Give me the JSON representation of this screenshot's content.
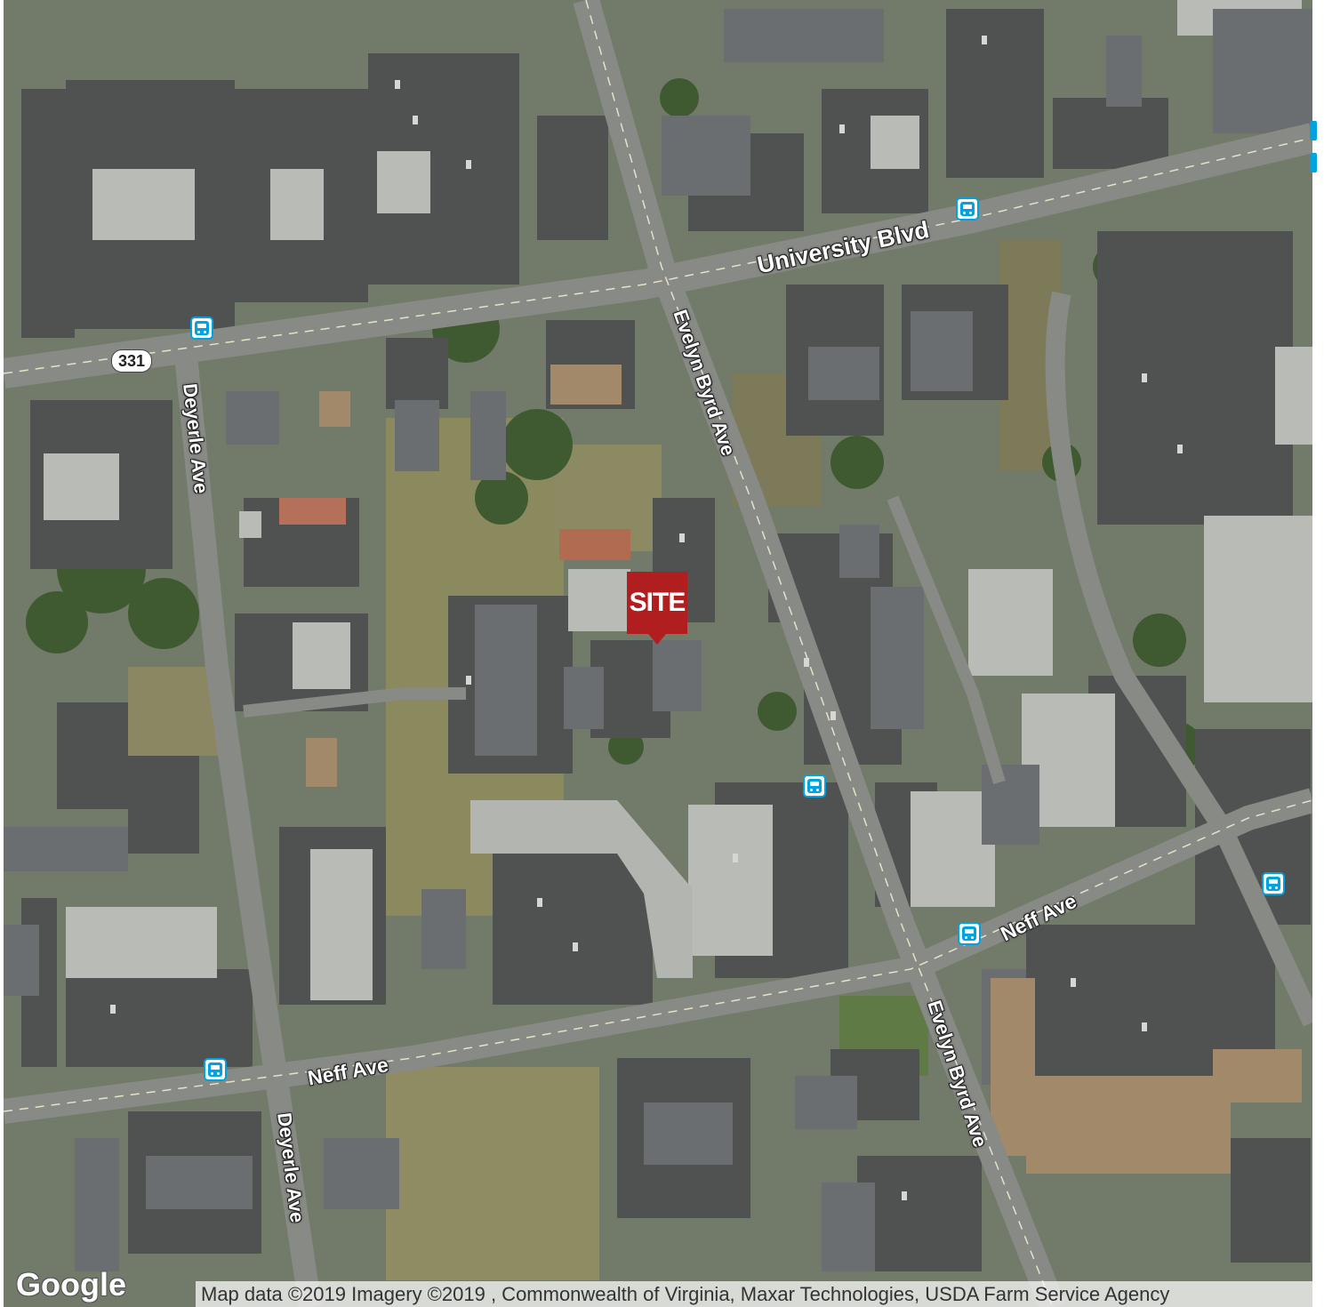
{
  "map": {
    "style": "satellite",
    "colors": {
      "accent_site": "#b01e1f",
      "transit": "#00a3e0"
    }
  },
  "site_marker": {
    "label": "SITE"
  },
  "roads": {
    "university_blvd": "University Blvd",
    "evelyn_byrd_upper": "Evelyn Byrd Ave",
    "evelyn_byrd_lower": "Evelyn Byrd Ave",
    "deyerle_upper": "Deyerle Ave",
    "deyerle_lower": "Deyerle Ave",
    "neff_upper": "Neff Ave",
    "neff_lower": "Neff Ave"
  },
  "route_shield": {
    "number": "331"
  },
  "transit_icons": [
    "bus-stop-icon",
    "bus-stop-icon",
    "bus-stop-icon",
    "bus-stop-icon",
    "bus-stop-icon",
    "bus-stop-icon"
  ],
  "footer": {
    "logo": "Google",
    "attribution": "Map data ©2019  Imagery ©2019 , Commonwealth of Virginia, Maxar Technologies, USDA Farm Service Agency"
  }
}
